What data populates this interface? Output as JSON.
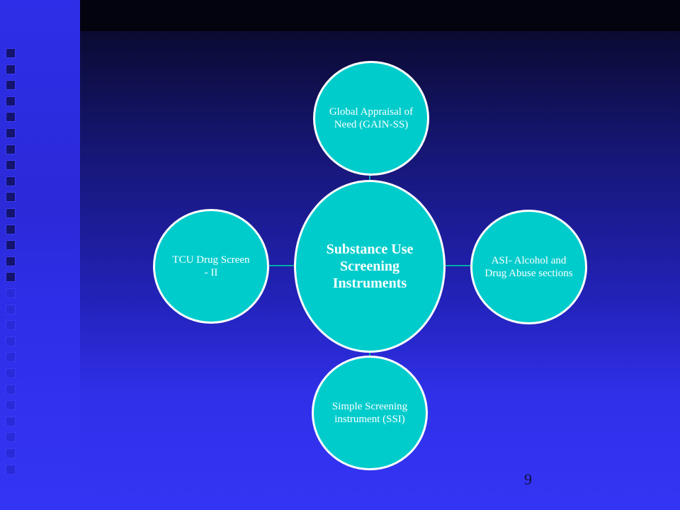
{
  "slide": {
    "page_number": "9"
  },
  "diagram": {
    "center": {
      "label": "Substance Use Screening Instruments"
    },
    "top": {
      "label": "Global Appraisal of Need (GAIN-SS)"
    },
    "right": {
      "label": "ASI- Alcohol and Drug Abuse sections"
    },
    "bottom": {
      "label": "Simple Screening instrument (SSI)"
    },
    "left": {
      "label": "TCU Drug Screen - II"
    }
  },
  "colors": {
    "node_fill": "#00cccc",
    "node_border": "#ffffff",
    "connector": "#00aaaa",
    "background_bottom": "#3434f4"
  }
}
